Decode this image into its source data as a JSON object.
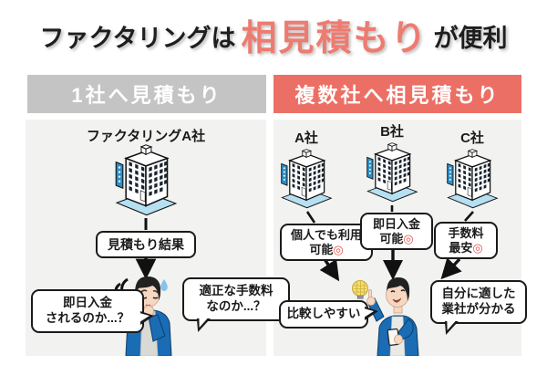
{
  "title": {
    "pre": "ファクタリングは",
    "highlight": "相見積もり",
    "post": "が便利"
  },
  "left": {
    "header": "1社へ見積もり",
    "company": "ファクタリングA社",
    "result_label": "見積もり結果",
    "bubbles": [
      {
        "line1": "即日入金",
        "line2": "されるのか...？"
      },
      {
        "line1": "適正な手数料",
        "line2": "なのか...？"
      }
    ]
  },
  "right": {
    "header": "複数社へ相見積もり",
    "companies": [
      {
        "name": "A社",
        "benefit_line1": "個人でも利用",
        "benefit_line2": "可能",
        "mark": "◎"
      },
      {
        "name": "B社",
        "benefit_line1": "即日入金",
        "benefit_line2": "可能",
        "mark": "◎"
      },
      {
        "name": "C社",
        "benefit_line1": "手数料",
        "benefit_line2": "最安",
        "mark": "◎"
      }
    ],
    "bubbles": [
      {
        "line1": "比較しやすい"
      },
      {
        "line1": "自分に適した",
        "line2": "業社が分かる"
      }
    ]
  },
  "colors": {
    "accent_red": "#ec6f65",
    "title_highlight": "#ee7b70",
    "header_gray": "#c4c4c4",
    "panel_bg": "#f2f2f0",
    "mark_red": "#e8554d",
    "cardigan_blue": "#1a6cb5",
    "building_base_blue": "#b5e0f2",
    "building_sign_blue": "#2e8fc7"
  }
}
